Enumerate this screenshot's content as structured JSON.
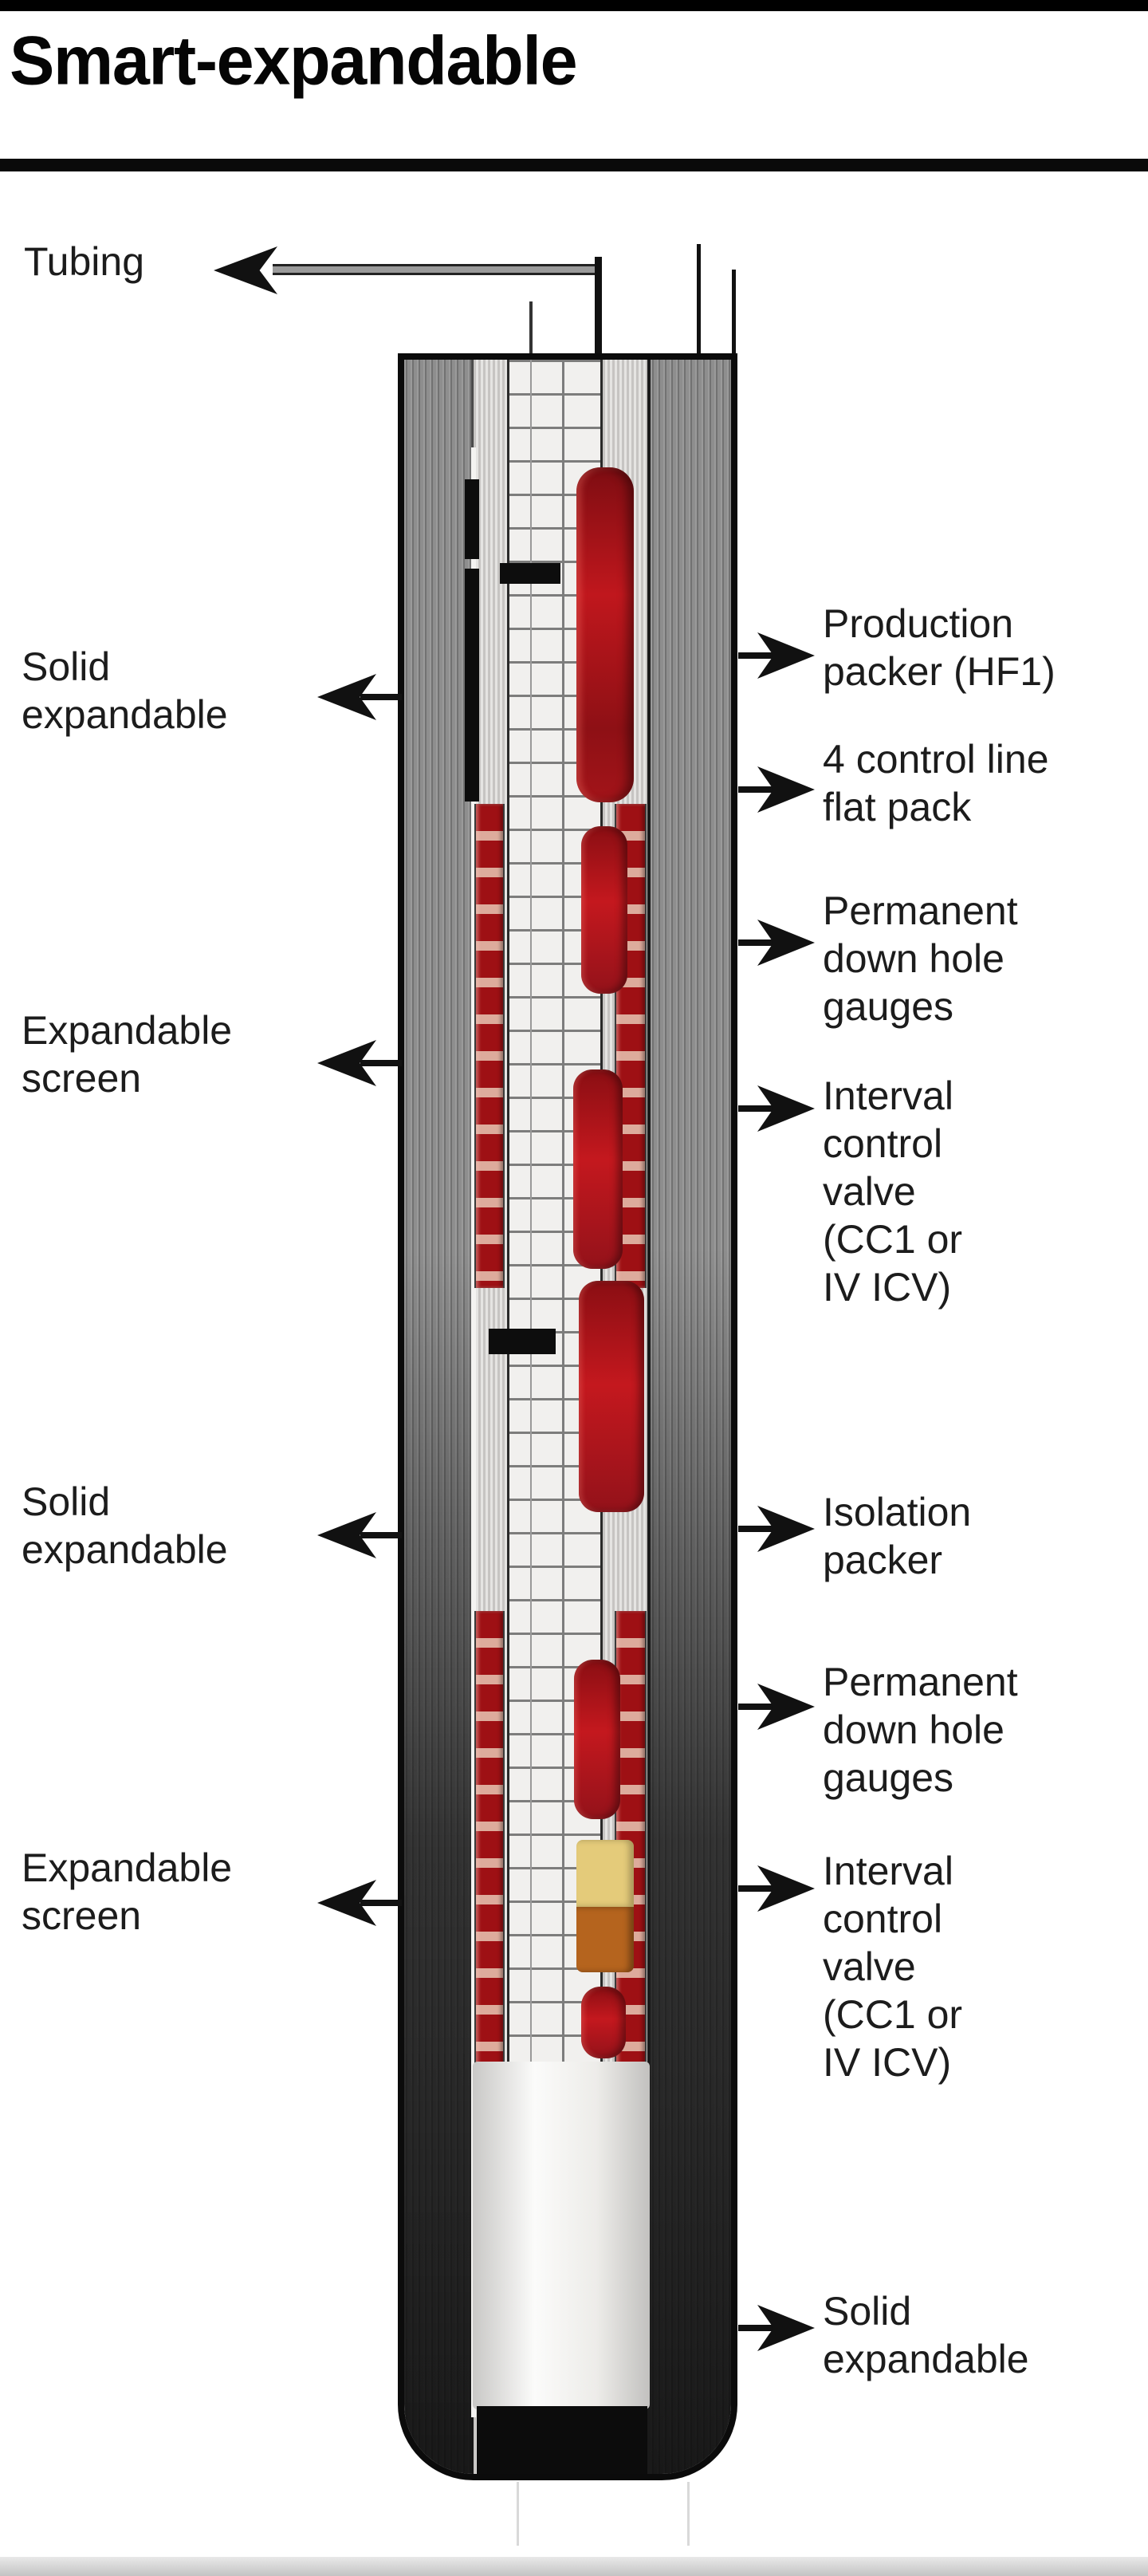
{
  "title": "Smart-expandable",
  "diagram": {
    "tubing_label": "Tubing",
    "left_callouts": [
      {
        "text": "Solid\nexpandable"
      },
      {
        "text": "Expandable\nscreen"
      },
      {
        "text": "Solid\nexpandable"
      },
      {
        "text": "Expandable\nscreen"
      }
    ],
    "right_callouts": [
      {
        "text": "Production\npacker (HF1)"
      },
      {
        "text": "4 control line\nflat pack"
      },
      {
        "text": "Permanent\ndown hole\ngauges"
      },
      {
        "text": "Interval\ncontrol\nvalve\n(CC1 or\nIV ICV)"
      },
      {
        "text": "Isolation\npacker"
      },
      {
        "text": "Permanent\ndown hole\ngauges"
      },
      {
        "text": "Interval\ncontrol\nvalve\n(CC1 or\nIV ICV)"
      },
      {
        "text": "Solid\nexpandable"
      }
    ],
    "components": [
      "tubing",
      "production-packer-HF1",
      "control-line-flat-pack",
      "permanent-downhole-gauges-upper",
      "interval-control-valve-upper",
      "isolation-packer",
      "permanent-downhole-gauges-lower",
      "interval-control-valve-lower",
      "solid-expandable-upper",
      "expandable-screen-upper",
      "solid-expandable-middle",
      "expandable-screen-lower",
      "solid-expandable-bottom"
    ]
  },
  "colors": {
    "screen_red": "#9e1014",
    "screen_gap": "#ddab9c",
    "packer_red": "#a01318",
    "icv_yellow": "#e4cb7a",
    "icv_orange": "#b5641e",
    "casing_gray": "#8e8e8e",
    "interior_gray": "#d7d5d2",
    "ink": "#111111"
  }
}
